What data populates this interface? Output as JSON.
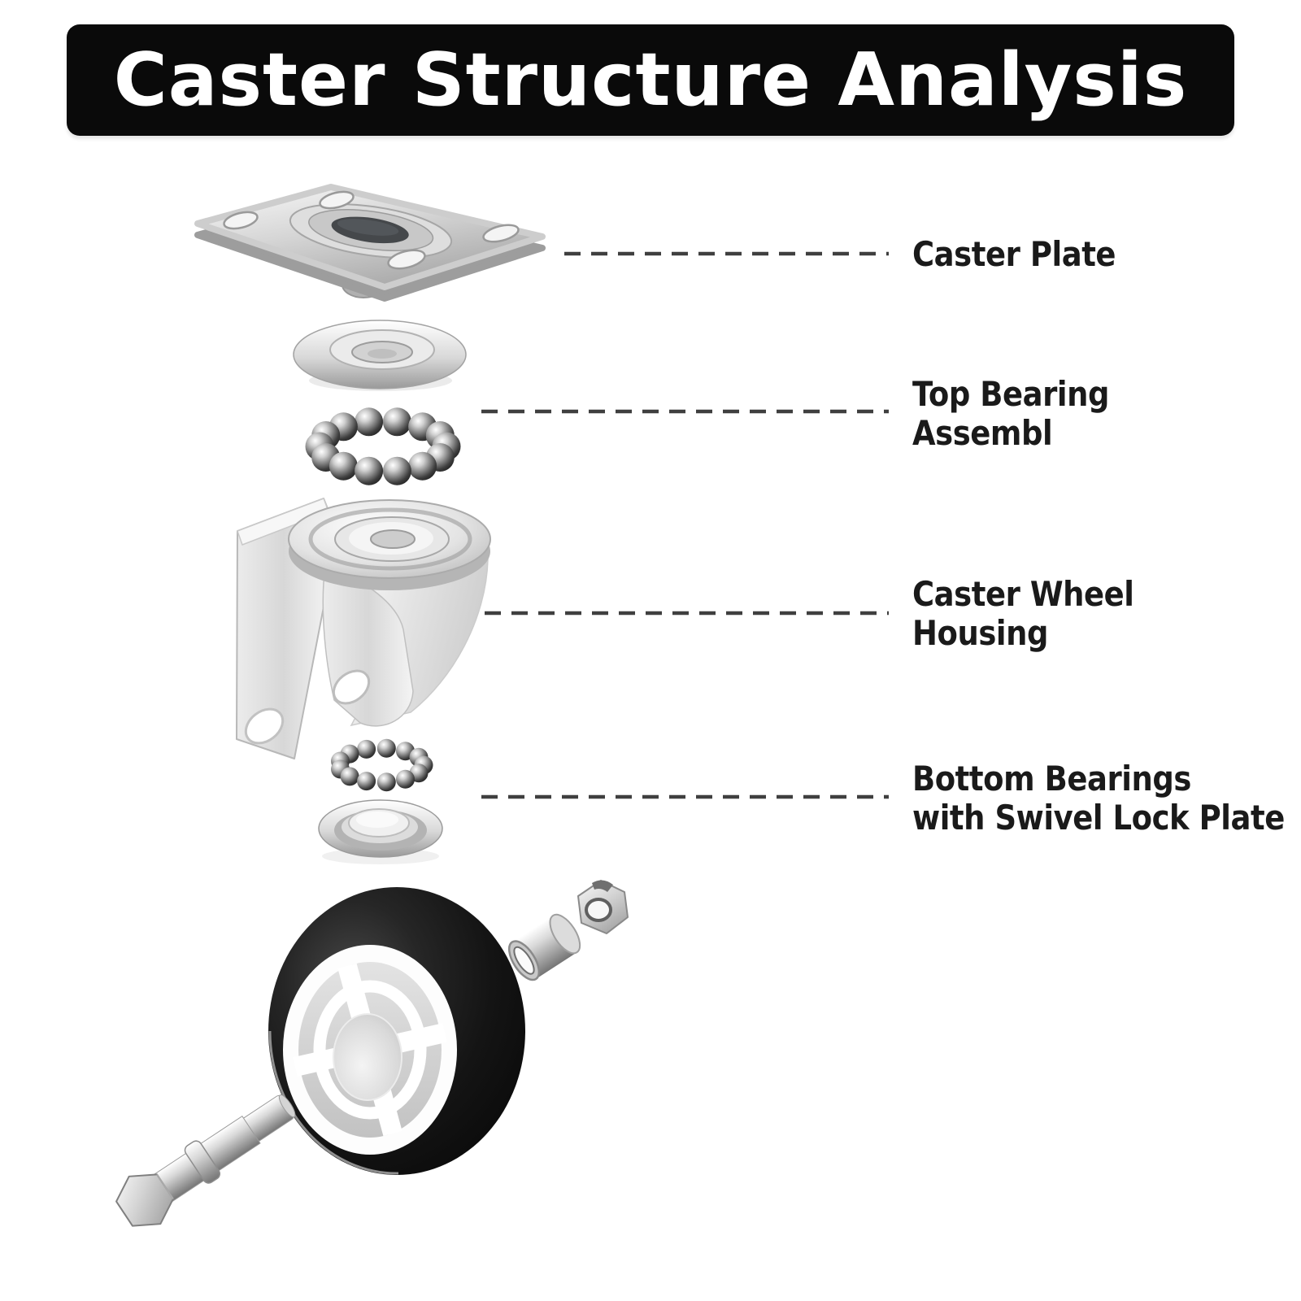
{
  "title": "Caster Structure Analysis",
  "labels": [
    {
      "line1": "Caster Plate",
      "line2": ""
    },
    {
      "line1": "Top Bearing",
      "line2": "Assembl"
    },
    {
      "line1": "Caster Wheel",
      "line2": "Housing"
    },
    {
      "line1": "Bottom Bearings",
      "line2": "with Swivel Lock Plate"
    }
  ],
  "part_names": [
    "caster-plate",
    "top-bearing-washer",
    "top-bearing-balls",
    "caster-wheel-housing",
    "bottom-bearing-balls",
    "swivel-lock-plate",
    "wheel",
    "axle-spacer",
    "lock-nut",
    "axle-bolt"
  ],
  "colors": {
    "background": "#ffffff",
    "title_bg": "#0a0a0a",
    "title_text": "#ffffff",
    "label_text": "#1a1a1a",
    "leader_dash": "#3f3f3f",
    "tire_black": "#141414",
    "metal_light": "#f2f2f2",
    "metal_mid": "#c0c0c0",
    "metal_dark": "#6e6e6e"
  }
}
